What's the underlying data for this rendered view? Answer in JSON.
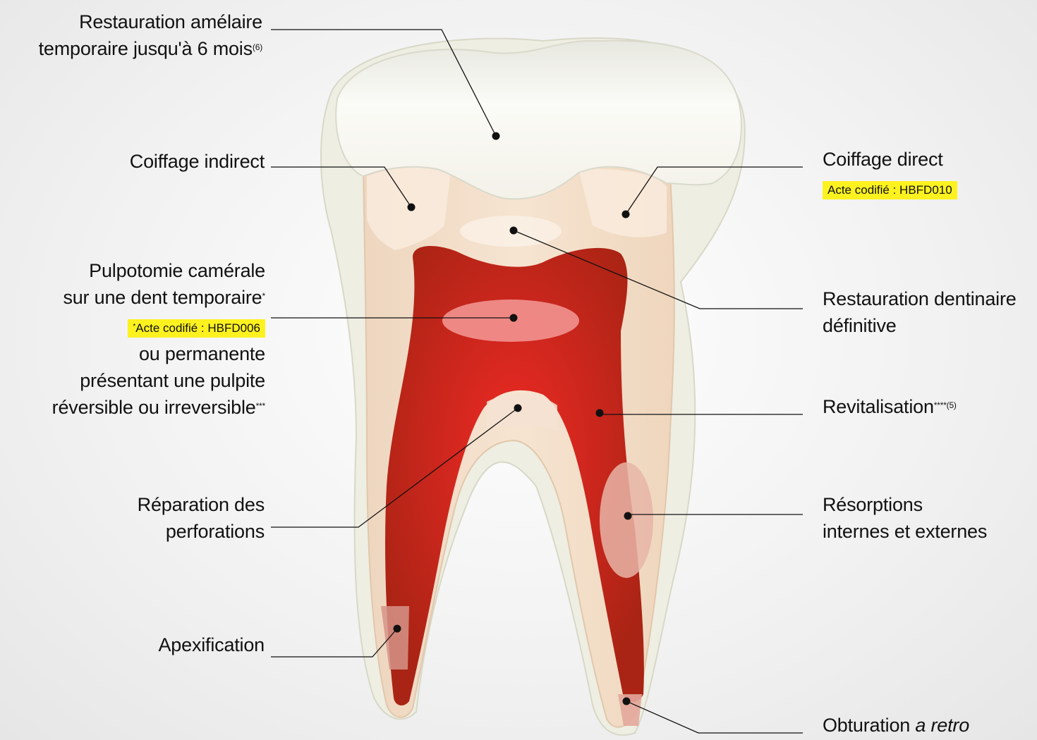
{
  "labels": {
    "restauration_amelaire": {
      "line1": "Restauration amélaire",
      "line2": "temporaire jusqu'à 6 mois",
      "sup": "(6)"
    },
    "coiffage_indirect": "Coiffage indirect",
    "coiffage_direct": {
      "title": "Coiffage direct",
      "code": "Acte codifié : HBFD010"
    },
    "pulpotomie": {
      "line1": "Pulpotomie camérale",
      "line2": "sur une dent temporaire",
      "line2_sup": "*",
      "code_sup": "*",
      "code": "Acte codifié : HBFD006",
      "line3": "ou permanente",
      "line4": "présentant une pulpite",
      "line5": "réversible ou irreversible",
      "line5_sup": "***"
    },
    "restauration_dentinaire": {
      "line1": "Restauration dentinaire",
      "line2": "définitive"
    },
    "revitalisation": {
      "text": "Revitalisation",
      "sup": "****(5)"
    },
    "reparation": {
      "line1": "Réparation des",
      "line2": "perforations"
    },
    "resorptions": {
      "line1": "Résorptions",
      "line2": "internes et externes"
    },
    "apexification": "Apexification",
    "obturation": {
      "text": "Obturation ",
      "italic": "a retro"
    }
  },
  "colors": {
    "code_highlight": "#fdf21f",
    "pulp": "#c0281f",
    "dentin": "#f3dcc6",
    "enamel": "#f3f2ec"
  }
}
